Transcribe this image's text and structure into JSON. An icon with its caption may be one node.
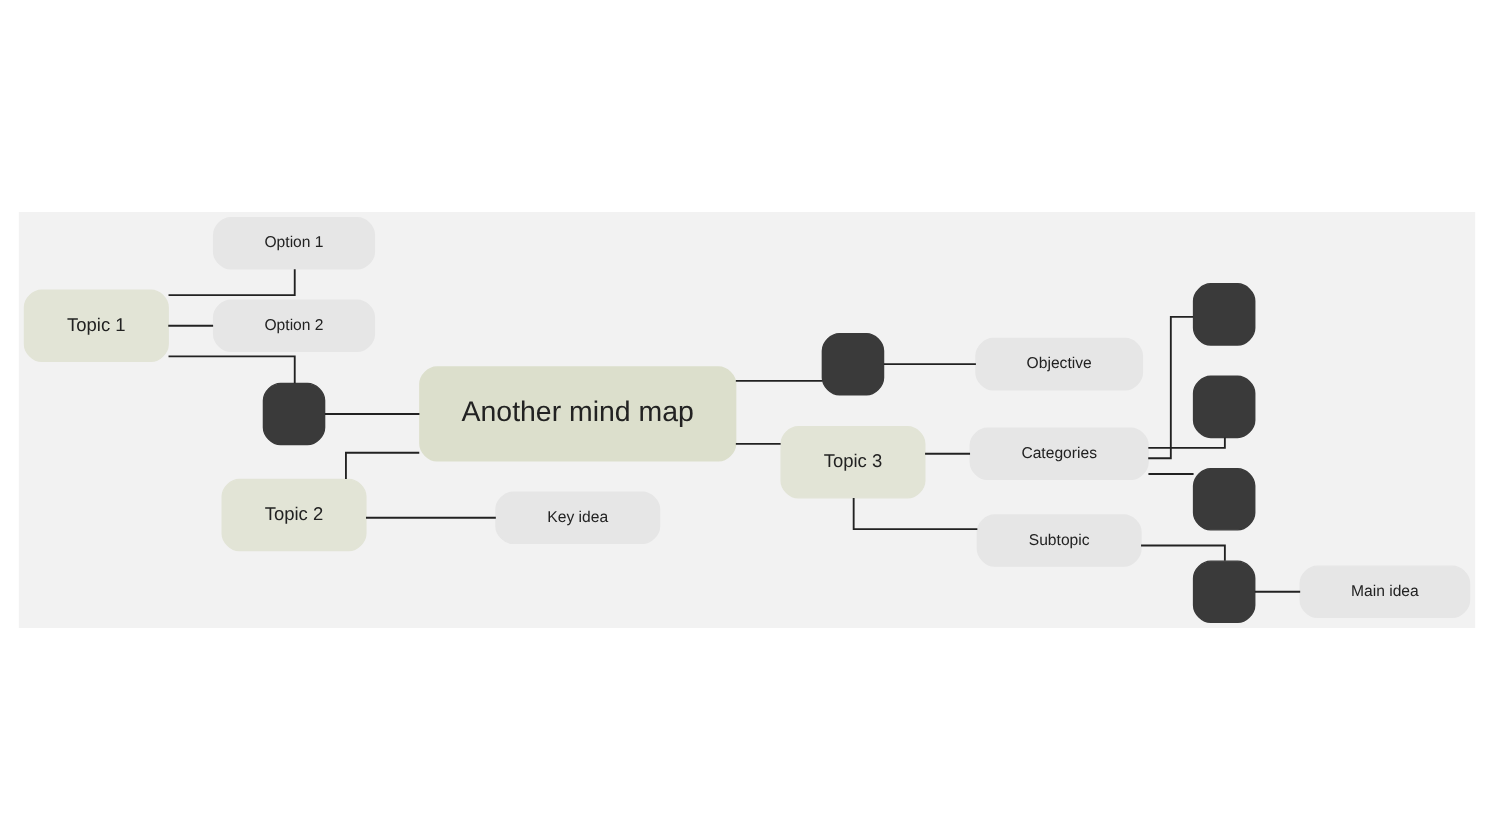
{
  "diagram": {
    "nodes": [
      {
        "text": [
          "Another mind map"
        ]
      },
      {
        "text": [
          "Topic 1"
        ]
      },
      {
        "text": [
          "Option 1"
        ]
      },
      {
        "text": [
          "Option 2"
        ]
      },
      {
        "text": [],
        "shape": "box"
      },
      {
        "text": [
          "Topic 2"
        ]
      },
      {
        "text": [
          "Key idea"
        ]
      },
      {
        "text": [],
        "shape": "box"
      },
      {
        "text": [
          "Objective"
        ]
      },
      {
        "text": [
          "Topic 3"
        ]
      },
      {
        "text": [],
        "shape": "box"
      },
      {
        "text": [],
        "shape": "box"
      },
      {
        "text": [],
        "shape": "box"
      },
      {
        "text": [
          "Categories"
        ]
      },
      {
        "text": [
          "Subtopic"
        ]
      },
      {
        "text": [],
        "shape": "box"
      },
      {
        "text": [
          "Main idea"
        ]
      }
    ],
    "edges": [
      {
        "from": 1,
        "to": 2,
        "arrow": "none"
      },
      {
        "from": 1,
        "to": 3,
        "arrow": "none"
      },
      {
        "from": 1,
        "to": 4,
        "arrow": "none"
      },
      {
        "from": 4,
        "to": 0,
        "arrow": "none"
      },
      {
        "from": 5,
        "to": 0,
        "arrow": "none"
      },
      {
        "from": 5,
        "to": 6,
        "arrow": "none"
      },
      {
        "from": 0,
        "to": 7,
        "arrow": "none"
      },
      {
        "from": 7,
        "to": 8,
        "arrow": "none"
      },
      {
        "from": 0,
        "to": 9,
        "arrow": "none"
      },
      {
        "from": 9,
        "to": 13,
        "arrow": "none"
      },
      {
        "from": 13,
        "to": 10,
        "arrow": "none"
      },
      {
        "from": 13,
        "to": 11,
        "arrow": "none"
      },
      {
        "from": 13,
        "to": 12,
        "arrow": "none"
      },
      {
        "from": 9,
        "to": 14,
        "arrow": "none"
      },
      {
        "from": 14,
        "to": 15,
        "arrow": "none"
      },
      {
        "from": 15,
        "to": 16,
        "arrow": "none"
      }
    ]
  }
}
